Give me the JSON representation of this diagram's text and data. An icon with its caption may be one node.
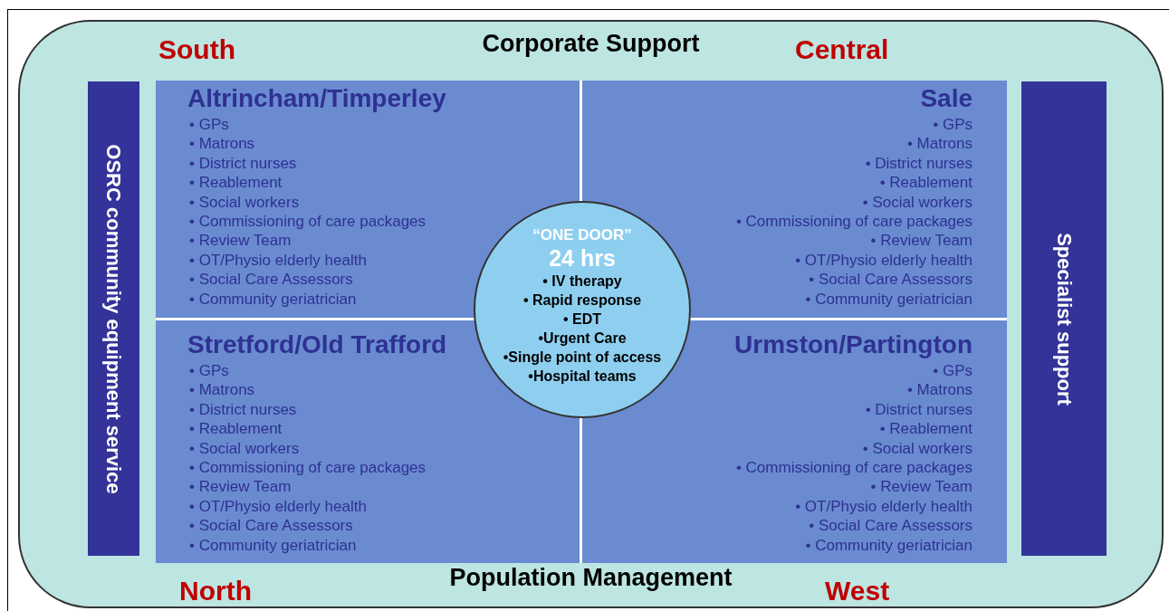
{
  "diagram": {
    "nodes": [
      {
        "text": [
          "Corporate Support",
          "Population Management"
        ]
      },
      {
        "text": [
          "OSRC community equipment service"
        ],
        "in": 0
      },
      {
        "text": [
          "Specialist support"
        ],
        "in": 0
      },
      {
        "text": [
          "Altrincham/Timperley",
          "• GPs",
          "• Matrons",
          "• District nurses",
          "• Reablement",
          "• Social workers",
          "• Commissioning of care packages",
          "• Review Team",
          "• OT/Physio elderly health",
          "• Social Care Assessors",
          "• Community geriatrician"
        ],
        "in": 0
      },
      {
        "text": [
          "Sale",
          "• GPs",
          "• Matrons",
          "• District nurses",
          "• Reablement",
          "• Social workers",
          "• Commissioning of care packages",
          "• Review Team",
          "• OT/Physio elderly health",
          "• Social Care Assessors",
          "• Community geriatrician"
        ],
        "in": 0
      },
      {
        "text": [
          "Stretford/Old Trafford",
          "• GPs",
          "• Matrons",
          "• District nurses",
          "• Reablement",
          "• Social workers",
          "• Commissioning of care packages",
          "• Review Team",
          "• OT/Physio elderly health",
          "• Social Care Assessors",
          "• Community geriatrician"
        ],
        "in": 0
      },
      {
        "text": [
          "Urmston/Partington",
          "• GPs",
          "• Matrons",
          "• District nurses",
          "• Reablement",
          "• Social workers",
          "• Commissioning of care packages",
          "• Review Team",
          "• OT/Physio elderly health",
          "• Social Care Assessors",
          "• Community geriatrician"
        ],
        "in": 0
      },
      {
        "text": [
          "“ONE DOOR”",
          "24 hrs",
          "• IV therapy",
          "• Rapid response",
          "• EDT",
          "•Urgent Care",
          "•Single point of access",
          "•Hospital teams"
        ],
        "in": 0
      }
    ],
    "labels": [
      "South",
      "Central",
      "North",
      "West"
    ]
  }
}
